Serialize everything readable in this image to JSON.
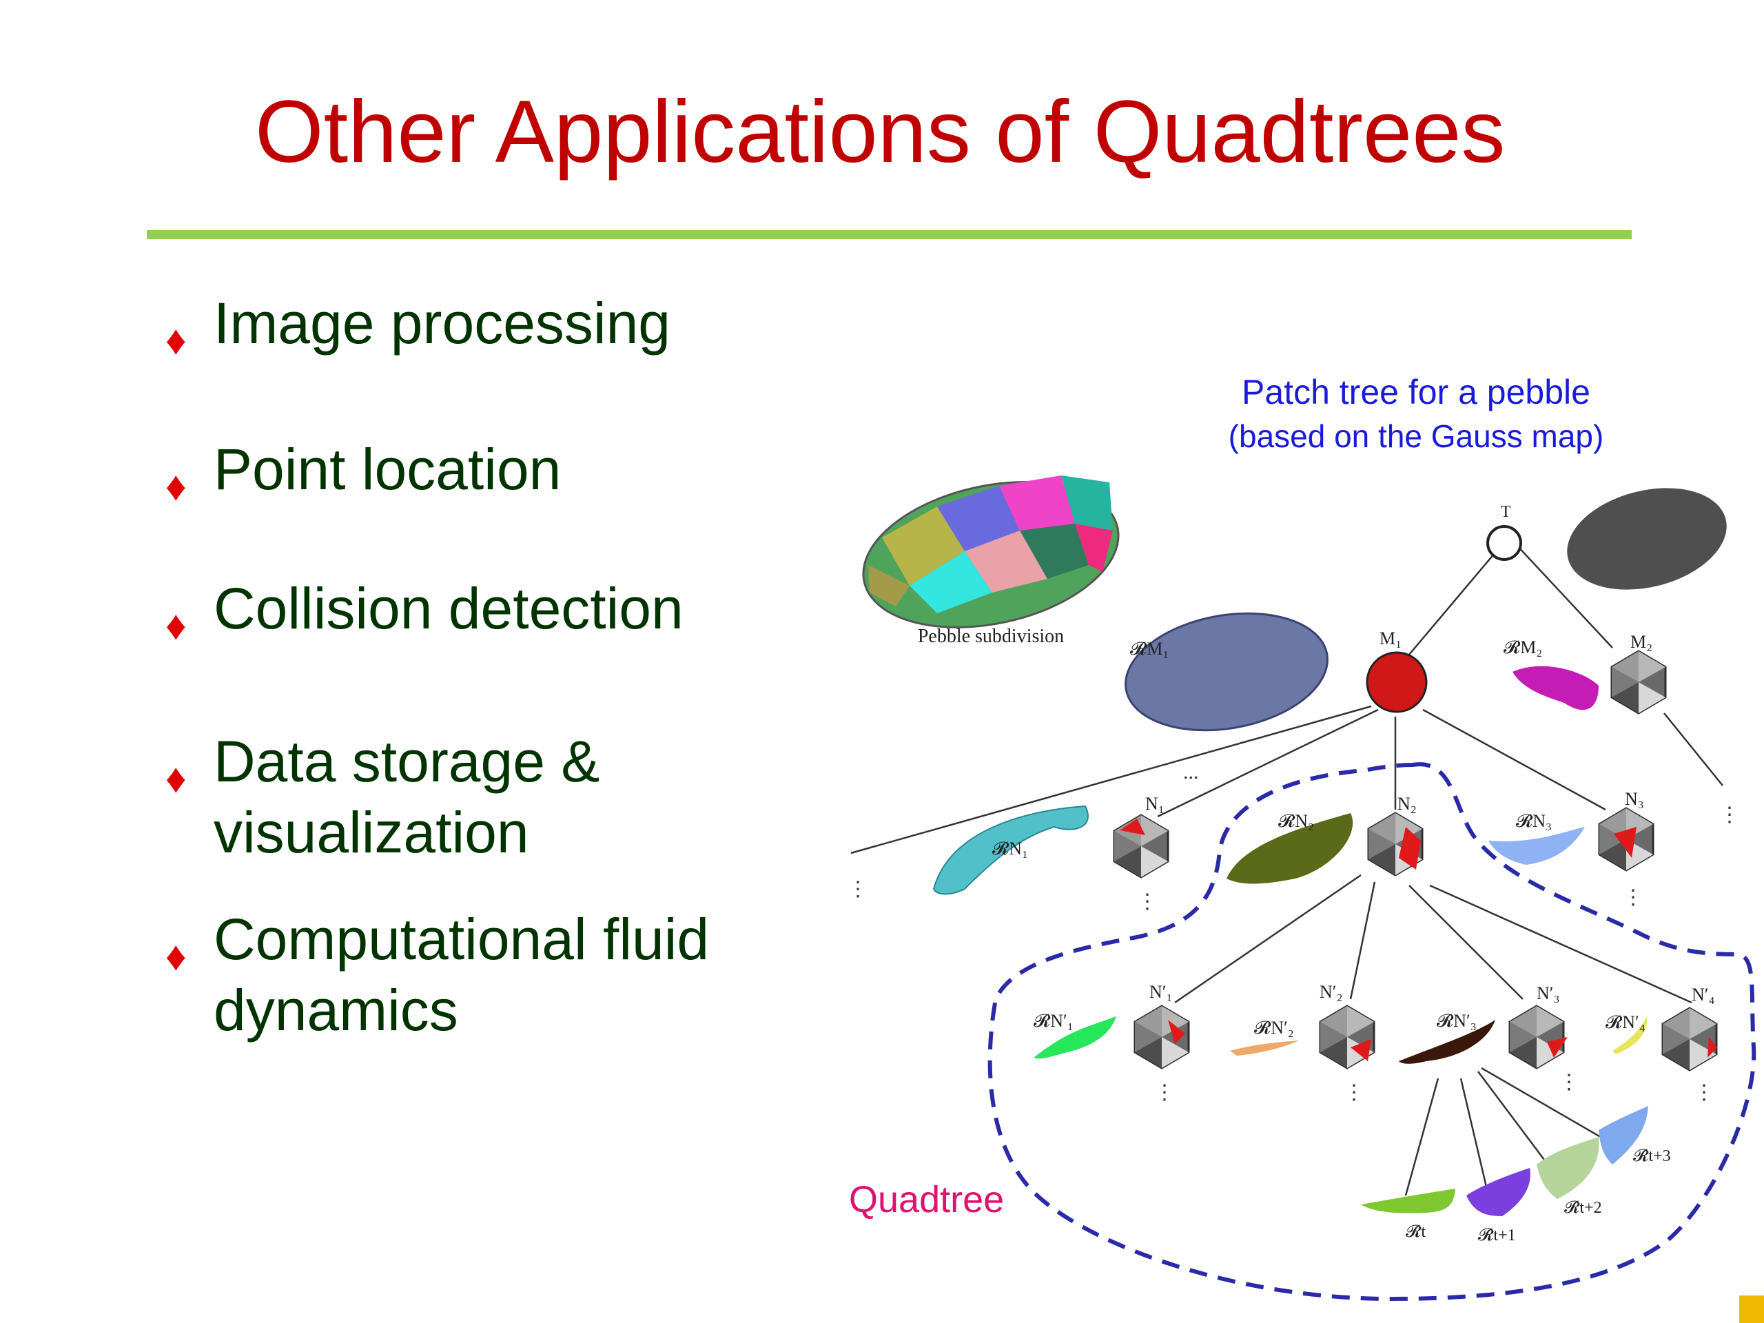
{
  "slide": {
    "title": "Other Applications of Quadtrees",
    "bullet_symbol": "♦",
    "bullets": [
      {
        "line1": "Image processing",
        "line2": ""
      },
      {
        "line1": "Point location",
        "line2": ""
      },
      {
        "line1": "Collision detection",
        "line2": ""
      },
      {
        "line1": "Data storage &",
        "line2": "visualization"
      },
      {
        "line1": "Computational fluid",
        "line2": "dynamics"
      }
    ]
  },
  "figure": {
    "caption_line1": "Patch tree for a pebble",
    "caption_line2": "(based on the Gauss map)",
    "pebble_caption": "Pebble subdivision",
    "quadtree_label": "Quadtree",
    "labels": {
      "root": "T",
      "m1": "M₁",
      "m2": "M₂",
      "rm1": "𝓡M₁",
      "rm2": "𝓡M₂",
      "n1": "N₁",
      "n2": "N₂",
      "n3": "N₃",
      "rn1": "𝓡N₁",
      "rn2": "𝓡N₂",
      "rn3": "𝓡N₃",
      "n1p": "N′₁",
      "n2p": "N′₂",
      "n3p": "N′₃",
      "n4p": "N′₄",
      "rn1p": "𝓡N′₁",
      "rn2p": "𝓡N′₂",
      "rn3p": "𝓡N′₃",
      "rn4p": "𝓡N′₄",
      "rt": "𝓡̂t",
      "rt1": "𝓡̂t+1",
      "rt2": "𝓡̂t+2",
      "rt3": "𝓡̂t+3",
      "dots": "⋮",
      "hdots": "..."
    },
    "colors": {
      "dashed_outline": "#2a2aa8",
      "root_node": "#c00000",
      "leaf_patches": [
        "#7ec832",
        "#7b3fe0",
        "#b5d49a",
        "#7fa9ee"
      ]
    }
  }
}
